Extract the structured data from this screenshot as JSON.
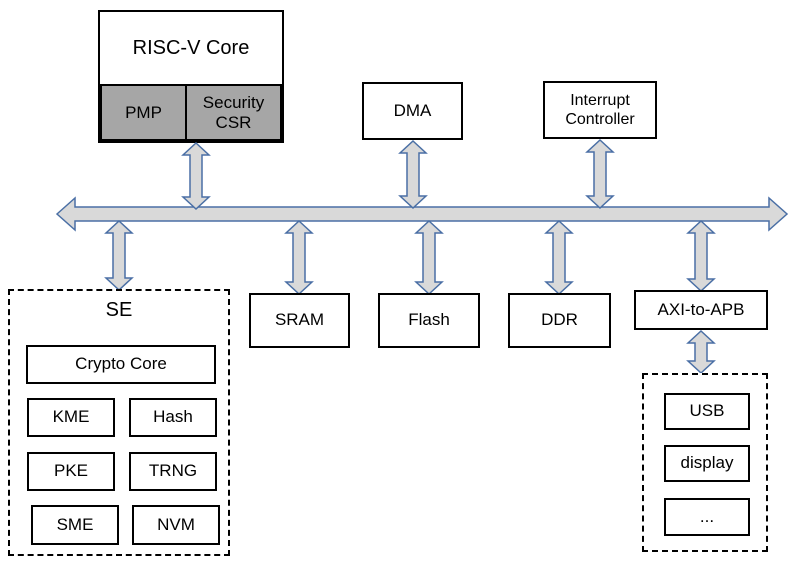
{
  "nodes": {
    "riscv_core": "RISC-V Core",
    "pmp": "PMP",
    "security_csr": "Security CSR",
    "dma": "DMA",
    "interrupt_controller": "Interrupt Controller",
    "se": "SE",
    "crypto_core": "Crypto Core",
    "kme": "KME",
    "hash": "Hash",
    "pke": "PKE",
    "trng": "TRNG",
    "sme": "SME",
    "nvm": "NVM",
    "sram": "SRAM",
    "flash": "Flash",
    "ddr": "DDR",
    "axi_to_apb": "AXI-to-APB",
    "usb": "USB",
    "display": "display",
    "ellipsis": "..."
  },
  "colors": {
    "arrow_fill": "#d9d9d9",
    "arrow_stroke": "#4a6fa5",
    "subblock_gray": "#a6a6a6",
    "block_border": "#000000",
    "background": "#ffffff"
  }
}
